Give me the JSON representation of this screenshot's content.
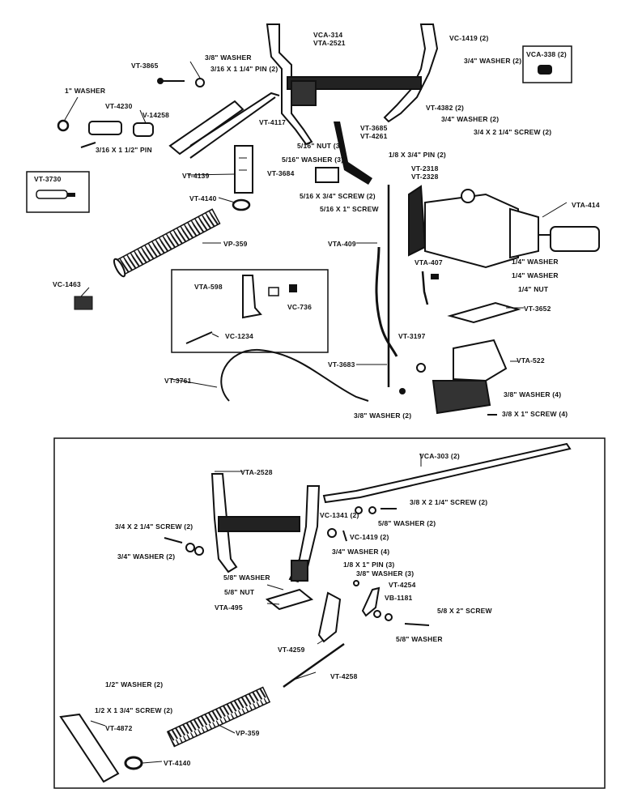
{
  "colors": {
    "ink": "#111111",
    "paper": "#ffffff"
  },
  "diagram": {
    "upper": {
      "labels": {
        "vca314": "VCA-314",
        "vta2521": "VTA-2521",
        "vc1419": "VC-1419 (2)",
        "vca338": "VCA-338 (2)",
        "vt3865": "VT-3865",
        "washer_38a": "3/8\" WASHER",
        "pin_316": "3/16 X 1 1/4\" PIN (2)",
        "washer_34_2": "3/4\" WASHER (2)",
        "washer_1in": "1\" WASHER",
        "vt4230": "VT-4230",
        "v14258": "V-14258",
        "vt4117": "VT-4117",
        "vt4382": "VT-4382 (2)",
        "washer_34_2b": "3/4\" WASHER (2)",
        "pin_316_112": "3/16 X 1 1/2\" PIN",
        "vt3685": "VT-3685",
        "vt4261": "VT-4261",
        "screw_34_214": "3/4 X 2 1/4\" SCREW (2)",
        "nut_516_3": "5/16\" NUT (3)",
        "washer_516_3": "5/16\" WASHER (3)",
        "pin_18_34": "1/8 X 3/4\" PIN (2)",
        "vt3730": "VT-3730",
        "vt4139": "VT-4139",
        "vt3684": "VT-3684",
        "vt2318": "VT-2318",
        "vt2328": "VT-2328",
        "screw_516_34": "5/16 X 3/4\" SCREW (2)",
        "screw_516_1": "5/16 X 1\" SCREW",
        "vt4140a": "VT-4140",
        "vta414": "VTA-414",
        "vp359a": "VP-359",
        "vta409": "VTA-409",
        "vta407": "VTA-407",
        "washer_14a": "1/4\" WASHER",
        "washer_14b": "1/4\" WASHER",
        "nut_14": "1/4\" NUT",
        "vc1463": "VC-1463",
        "vta598": "VTA-598",
        "vc736": "VC-736",
        "vt3652": "VT-3652",
        "vc1234": "VC-1234",
        "vt3197": "VT-3197",
        "vt3683": "VT-3683",
        "vta522": "VTA-522",
        "vt3761": "VT-3761",
        "washer_38_4": "3/8\" WASHER (4)",
        "washer_38_2": "3/8\" WASHER (2)",
        "screw_38_1_4": "3/8 X 1\" SCREW (4)"
      }
    },
    "lower": {
      "labels": {
        "vta2528": "VTA-2528",
        "vca303": "VCA-303 (2)",
        "screw_38_214": "3/8 X 2 1/4\" SCREW (2)",
        "vc1341": "VC-1341 (2)",
        "washer_58_2": "5/8\" WASHER (2)",
        "screw_34_214b": "3/4 X 2 1/4\" SCREW (2)",
        "vc1419b": "VC-1419 (2)",
        "washer_34_2c": "3/4\" WASHER (2)",
        "washer_34_4": "3/4\" WASHER (4)",
        "pin_18_1": "1/8 X 1\" PIN (3)",
        "washer_38_3": "3/8\" WASHER (3)",
        "washer_58": "5/8\" WASHER",
        "vt4254": "VT-4254",
        "nut_58": "5/8\" NUT",
        "vb1181": "VB-1181",
        "vta495": "VTA-495",
        "screw_58_2": "5/8 X 2\" SCREW",
        "washer_58b": "5/8\" WASHER",
        "vt4259": "VT-4259",
        "vt4258": "VT-4258",
        "washer_12_2": "1/2\" WASHER (2)",
        "screw_12": "1/2 X 1 3/4\" SCREW (2)",
        "vt4872": "VT-4872",
        "vp359b": "VP-359",
        "vt4140b": "VT-4140"
      }
    }
  }
}
